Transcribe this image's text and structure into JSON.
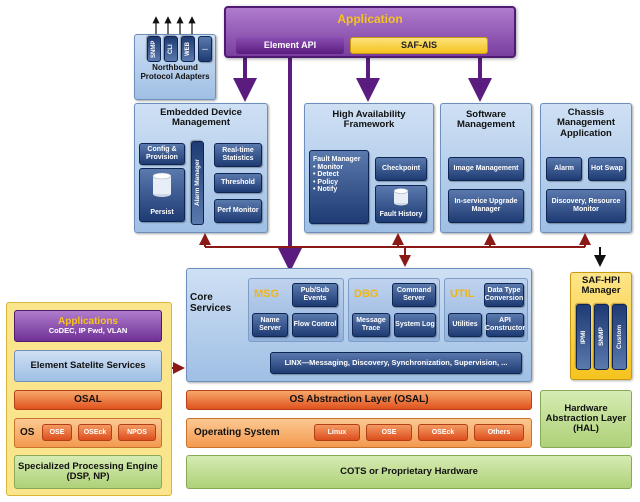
{
  "application": {
    "title": "Application",
    "element_api": "Element API",
    "saf_ais": "SAF-AIS"
  },
  "northbound": {
    "protocols": [
      "SNMP",
      "CLI",
      "WEB",
      "..."
    ],
    "label": "Northbound Protocol Adapters"
  },
  "edm": {
    "title": "Embedded Device Management",
    "config": "Config & Provision",
    "persist": "Persist",
    "alarm_manager": "Alarm Manager",
    "realtime": "Real-time Statistics",
    "threshold": "Threshold",
    "perf": "Perf Monitor"
  },
  "ha": {
    "title": "High Availability Framework",
    "fault_manager": "Fault Manager",
    "fault_items": [
      "• Monitor",
      "• Detect",
      "• Policy",
      "• Notify"
    ],
    "checkpoint": "Checkpoint",
    "fault_history": "Fault History"
  },
  "sw": {
    "title": "Software Management",
    "image": "Image Management",
    "upgrade": "In-service Upgrade Manager"
  },
  "chassis": {
    "title": "Chassis Management Application",
    "alarm": "Alarm",
    "hotswap": "Hot Swap",
    "discovery": "Discovery, Resource Monitor"
  },
  "core": {
    "title": "Core Services",
    "msg": {
      "label": "MSG",
      "items": [
        "Pub/Sub Events",
        "Name Server",
        "Flow Control"
      ]
    },
    "dbg": {
      "label": "DBG",
      "items": [
        "Command Server",
        "Message Trace",
        "System Log"
      ]
    },
    "util": {
      "label": "UTIL",
      "items": [
        "Data Type Conversion",
        "Utilities",
        "API Constructor"
      ]
    },
    "linx": "LINX—Messaging, Discovery, Synchronization, Supervision, ..."
  },
  "safhpi": {
    "title": "SAF-HPI Manager",
    "items": [
      "IPMI",
      "SNMP",
      "Custom"
    ]
  },
  "left": {
    "applications": "Applications",
    "applications_sub": "CoDEC, IP Fwd, VLAN",
    "element_satellite": "Element Satelite Services",
    "osal": "OSAL",
    "os": "OS",
    "os_items": [
      "OSE",
      "OSEck",
      "NPOS"
    ],
    "spe": "Specialized Processing Engine (DSP, NP)"
  },
  "bottom": {
    "osal": "OS Abstraction Layer (OSAL)",
    "os": "Operating System",
    "os_items": [
      "Linux",
      "OSE",
      "OSEck",
      "Others"
    ],
    "hal": "Hardware Abstraction Layer (HAL)",
    "hardware": "COTS or Proprietary Hardware"
  },
  "colors": {
    "purple": "#5a1c7e",
    "navy": "#1e3b73",
    "orange": "#e0521e",
    "green": "#aed178",
    "yellow": "#f6c31f",
    "maroon": "#8b1a16",
    "gold": "#f2b511"
  }
}
